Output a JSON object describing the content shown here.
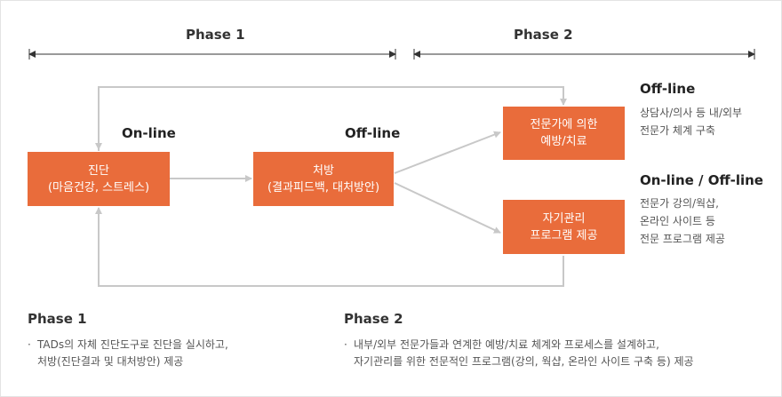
{
  "timeline": {
    "phase1_label": "Phase 1",
    "phase2_label": "Phase 2"
  },
  "modes": {
    "diagnosis_mode": "On-line",
    "prescription_mode": "Off-line",
    "expert_mode": "Off-line",
    "program_mode": "On-line / Off-line"
  },
  "boxes": {
    "diagnosis": {
      "line1": "진단",
      "line2": "(마음건강, 스트레스)"
    },
    "prescription": {
      "line1": "처방",
      "line2": "(결과피드백, 대처방안)"
    },
    "expert": {
      "line1": "전문가에 의한",
      "line2": "예방/치료"
    },
    "program": {
      "line1": "자기관리",
      "line2": "프로그램 제공"
    }
  },
  "descriptions": {
    "expert": [
      "상담사/의사 등 내/외부",
      "전문가 체계 구축"
    ],
    "program": [
      "전문가 강의/웍샵,",
      "온라인 사이트 등",
      "전문 프로그램 제공"
    ]
  },
  "summary": {
    "phase1": {
      "title": "Phase 1",
      "bullet": "·",
      "lines": [
        "TADs의 자체 진단도구로 진단을 실시하고,",
        "처방(진단결과 및 대처방안) 제공"
      ]
    },
    "phase2": {
      "title": "Phase 2",
      "bullet": "·",
      "lines": [
        "내부/외부 전문가들과 연계한 예방/치료 체계와 프로세스를 설계하고,",
        "자기관리를 위한 전문적인 프로그램(강의, 웍샵, 온라인 사이트 구축 등) 제공"
      ]
    }
  },
  "colors": {
    "box": "#e96c3b",
    "connector": "#c8c8c8",
    "timeline": "#333333"
  }
}
